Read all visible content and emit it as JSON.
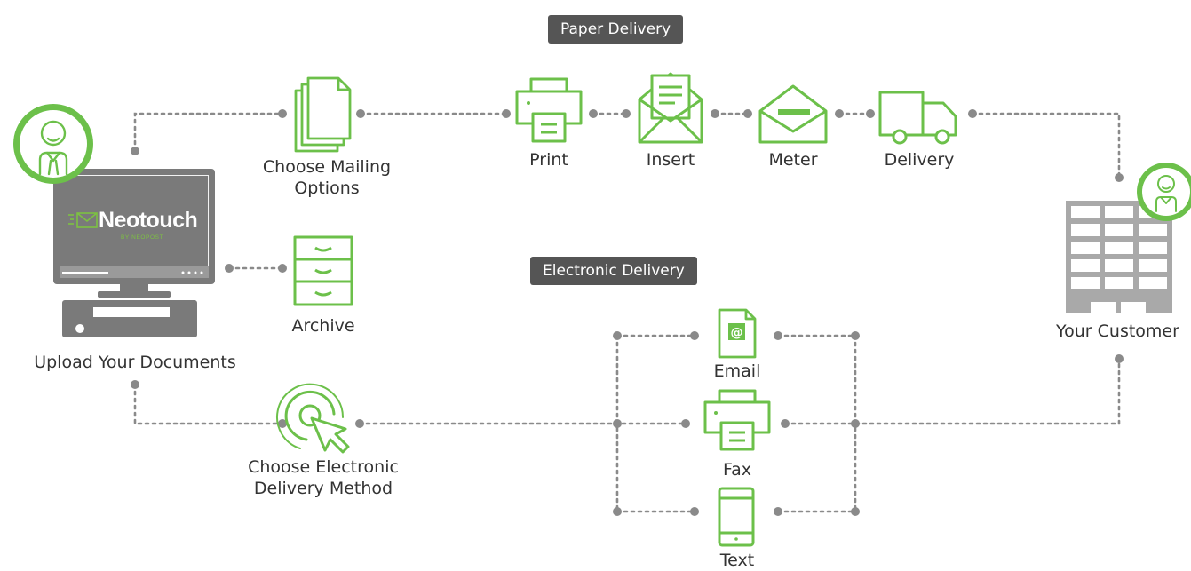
{
  "colors": {
    "accent": "#6cc04a",
    "connector": "#8a8a8a",
    "badge_bg": "#555555",
    "device": "#7a7a7a"
  },
  "badges": {
    "paper": "Paper Delivery",
    "electronic": "Electronic Delivery"
  },
  "steps": {
    "upload": "Upload Your Documents",
    "mailing_line1": "Choose Mailing",
    "mailing_line2": "Options",
    "print": "Print",
    "insert": "Insert",
    "meter": "Meter",
    "delivery": "Delivery",
    "archive": "Archive",
    "customer": "Your Customer",
    "electronic_line1": "Choose Electronic",
    "electronic_line2": "Delivery Method",
    "email": "Email",
    "fax": "Fax",
    "text": "Text"
  },
  "brand": {
    "name": "Neotouch",
    "by": "BY NEOPOST"
  },
  "icons": {
    "user": "user-avatar-icon",
    "computer": "computer-icon",
    "documents": "documents-icon",
    "printer": "printer-icon",
    "envelope": "envelope-letter-icon",
    "meter": "meter-envelope-icon",
    "truck": "truck-icon",
    "cabinet": "filing-cabinet-icon",
    "building": "building-icon",
    "click": "click-cursor-icon",
    "email_doc": "email-document-icon",
    "phone": "phone-icon"
  }
}
